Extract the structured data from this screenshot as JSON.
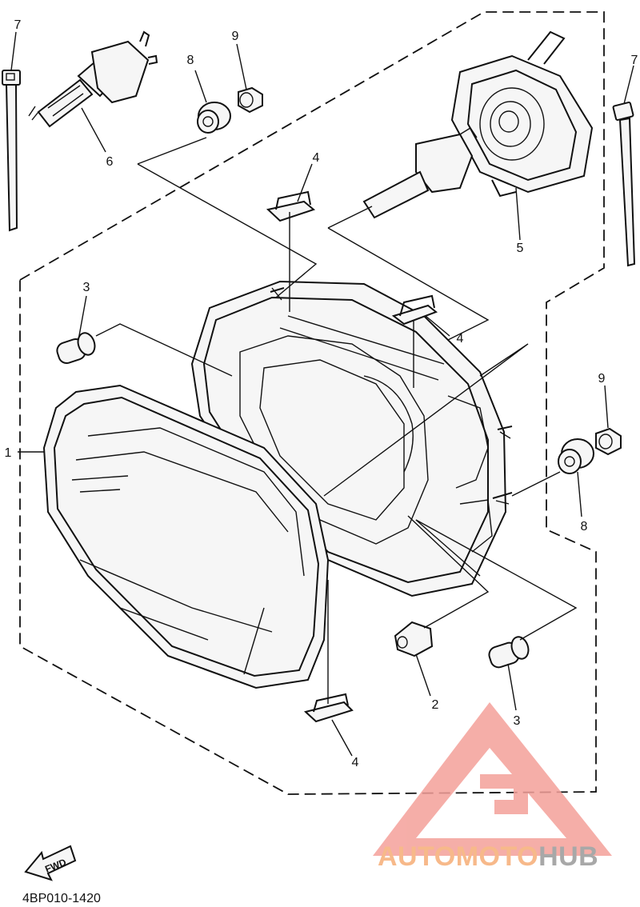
{
  "callouts": {
    "c1": "1",
    "c2": "2",
    "c3a": "3",
    "c3b": "3",
    "c4a": "4",
    "c4b": "4",
    "c4c": "4",
    "c5": "5",
    "c6": "6",
    "c7a": "7",
    "c7b": "7",
    "c8a": "8",
    "c8b": "8",
    "c9a": "9",
    "c9b": "9"
  },
  "fwd_label": "FWD",
  "diagram_code": "4BP010-1420",
  "watermark": {
    "text_a": "AUTOMOTO",
    "text_b": "HUB",
    "color_a": "#f7b98a",
    "color_b": "#a8a8a8",
    "logo_color": "#f4a09a"
  }
}
